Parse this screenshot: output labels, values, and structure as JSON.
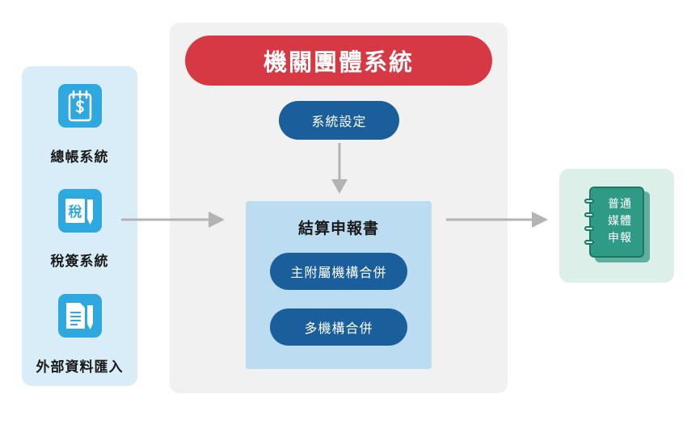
{
  "sources": [
    {
      "label": "總帳系統",
      "icon": "ledger-dollar-icon"
    },
    {
      "label": "稅簽系統",
      "icon": "tax-document-pencil-icon",
      "icon_glyph": "稅"
    },
    {
      "label": "外部資料匯入",
      "icon": "document-pencil-icon"
    }
  ],
  "group": {
    "title": "機關團體系統",
    "settings_label": "系統設定",
    "report_box": {
      "title": "結算申報書",
      "options": [
        "主附屬機構合併",
        "多機構合併"
      ]
    }
  },
  "output": {
    "icon": "notebook-icon",
    "lines": [
      "普通",
      "媒體",
      "申報"
    ]
  },
  "colors": {
    "title_red": "#d63943",
    "pill_blue": "#1a5f9c",
    "icon_blue": "#2ea9e0",
    "left_panel": "#d9edf8",
    "inner_box": "#bcdcf1",
    "output_green": "#2f9b86",
    "arrow_gray": "#b3b3b3"
  }
}
